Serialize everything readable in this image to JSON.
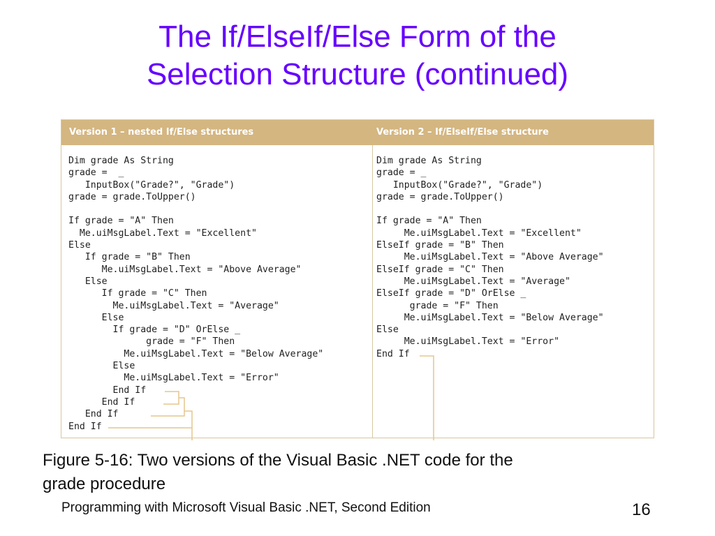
{
  "slide": {
    "title_line1": "The If/ElseIf/Else Form of the",
    "title_line2": "Selection Structure (continued)",
    "title_color": "#6600ff"
  },
  "figure": {
    "header_color": "#d4b681",
    "version1_heading": "Version 1 – nested If/Else structures",
    "version2_heading": "Version 2 – If/ElseIf/Else structure",
    "version1_code": "Dim grade As String\ngrade =  _\n   InputBox(\"Grade?\", \"Grade\")\ngrade = grade.ToUpper()\n\nIf grade = \"A\" Then\n  Me.uiMsgLabel.Text = \"Excellent\"\nElse\n   If grade = \"B\" Then\n      Me.uiMsgLabel.Text = \"Above Average\"\n   Else\n      If grade = \"C\" Then\n        Me.uiMsgLabel.Text = \"Average\"\n      Else\n        If grade = \"D\" OrElse _\n              grade = \"F\" Then\n          Me.uiMsgLabel.Text = \"Below Average\"\n        Else\n          Me.uiMsgLabel.Text = \"Error\"\n        End If\n      End If\n   End If\nEnd If",
    "version2_code": "Dim grade As String\ngrade = _\n   InputBox(\"Grade?\", \"Grade\")\ngrade = grade.ToUpper()\n\nIf grade = \"A\" Then\n     Me.uiMsgLabel.Text = \"Excellent\"\nElseIf grade = \"B\" Then\n     Me.uiMsgLabel.Text = \"Above Average\"\nElseIf grade = \"C\" Then\n     Me.uiMsgLabel.Text = \"Average\"\nElseIf grade = \"D\" OrElse _\n      grade = \"F\" Then\n     Me.uiMsgLabel.Text = \"Below Average\"\nElse\n     Me.uiMsgLabel.Text = \"Error\"\nEnd If"
  },
  "caption": {
    "line1": "Figure 5-16: Two versions of the Visual Basic .NET code for the",
    "line2": "grade procedure"
  },
  "footer": {
    "book_title": "Programming with Microsoft Visual Basic .NET, Second Edition",
    "page_number": "16"
  }
}
